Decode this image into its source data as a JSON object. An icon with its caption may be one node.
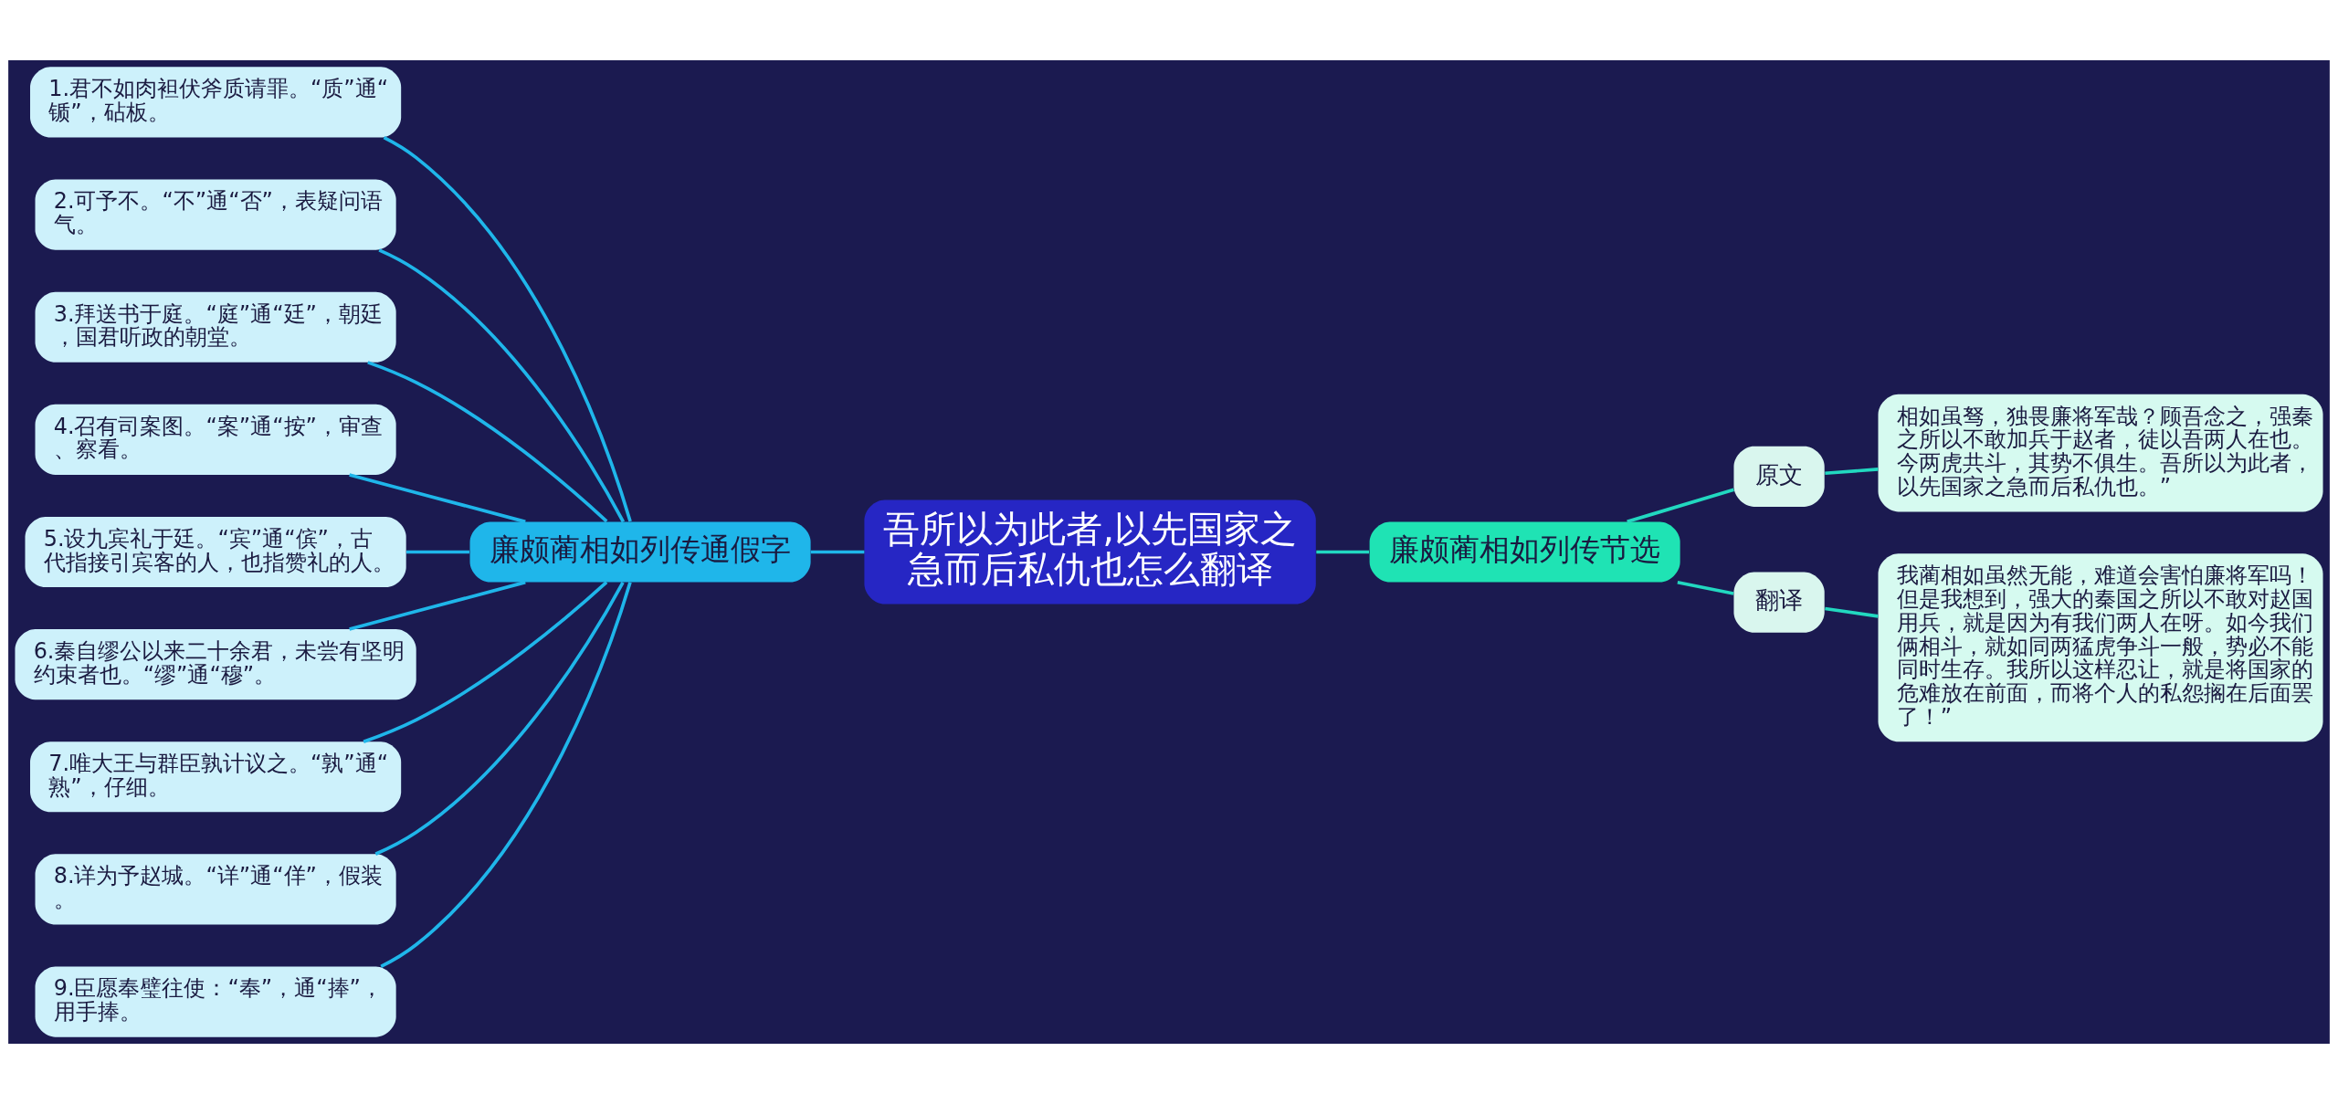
{
  "diagram": {
    "nodes": [
      {
        "text": [
          "吾所以为此者,以先国家之急而后私仇也怎么翻译"
        ]
      },
      {
        "text": [
          "廉颇蔺相如列传通假字"
        ]
      },
      {
        "text": [
          "1.君不如肉袒伏斧质请罪。“质”通“锧”，砧板。"
        ]
      },
      {
        "text": [
          "2.可予不。“不”通“否”，表疑问语气。"
        ]
      },
      {
        "text": [
          "3.拜送书于庭。“庭”通“廷”，朝廷，国君听政的朝堂。"
        ]
      },
      {
        "text": [
          "4.召有司案图。“案”通“按”，审查、察看。"
        ]
      },
      {
        "text": [
          "5.设九宾礼于廷。“宾”通“傧”，古代指接引宾客的人，也指赞礼的人。"
        ]
      },
      {
        "text": [
          "6.秦自缪公以来二十余君，未尝有坚明约束者也。“缪”通“穆”。"
        ]
      },
      {
        "text": [
          "7.唯大王与群臣孰计议之。“孰”通“熟”，仔细。"
        ]
      },
      {
        "text": [
          "8.详为予赵城。“详”通“佯”，假装。"
        ]
      },
      {
        "text": [
          "9.臣愿奉璧往使：“奉”，通“捧”，用手捧。"
        ]
      },
      {
        "text": [
          "廉颇蔺相如列传节选"
        ]
      },
      {
        "text": [
          "原文"
        ]
      },
      {
        "text": [
          "相如虽驽，独畏廉将军哉？顾吾念之，强秦之所以不敢加兵于赵者，徒以吾两人在也。今两虎共斗，其势不俱生。吾所以为此者，以先国家之急而后私仇也。”"
        ]
      },
      {
        "text": [
          "翻译"
        ]
      },
      {
        "text": [
          "我蔺相如虽然无能，难道会害怕廉将军吗！但是我想到，强大的秦国之所以不敢对赵国用兵，就是因为有我们两人在呀。如今我们俩相斗，就如同两猛虎争斗一般，势必不能同时生存。我所以这样忍让，就是将国家的危难放在前面，而将个人的私怨搁在后面罢了！”"
        ]
      }
    ],
    "edges": [
      {
        "from": 0,
        "to": 1,
        "arrow": "none"
      },
      {
        "from": 1,
        "to": 2,
        "arrow": "none"
      },
      {
        "from": 1,
        "to": 3,
        "arrow": "none"
      },
      {
        "from": 1,
        "to": 4,
        "arrow": "none"
      },
      {
        "from": 1,
        "to": 5,
        "arrow": "none"
      },
      {
        "from": 1,
        "to": 6,
        "arrow": "none"
      },
      {
        "from": 1,
        "to": 7,
        "arrow": "none"
      },
      {
        "from": 1,
        "to": 8,
        "arrow": "none"
      },
      {
        "from": 1,
        "to": 9,
        "arrow": "none"
      },
      {
        "from": 1,
        "to": 10,
        "arrow": "none"
      },
      {
        "from": 0,
        "to": 11,
        "arrow": "none",
        "color": "#22d8c0"
      },
      {
        "from": 11,
        "to": 12,
        "arrow": "none",
        "color": "#22d8c0"
      },
      {
        "from": 12,
        "to": 13,
        "arrow": "none",
        "color": "#22d8c0"
      },
      {
        "from": 11,
        "to": 14,
        "arrow": "none",
        "color": "#22d8c0"
      },
      {
        "from": 14,
        "to": 15,
        "arrow": "none",
        "color": "#22d8c0"
      }
    ]
  }
}
